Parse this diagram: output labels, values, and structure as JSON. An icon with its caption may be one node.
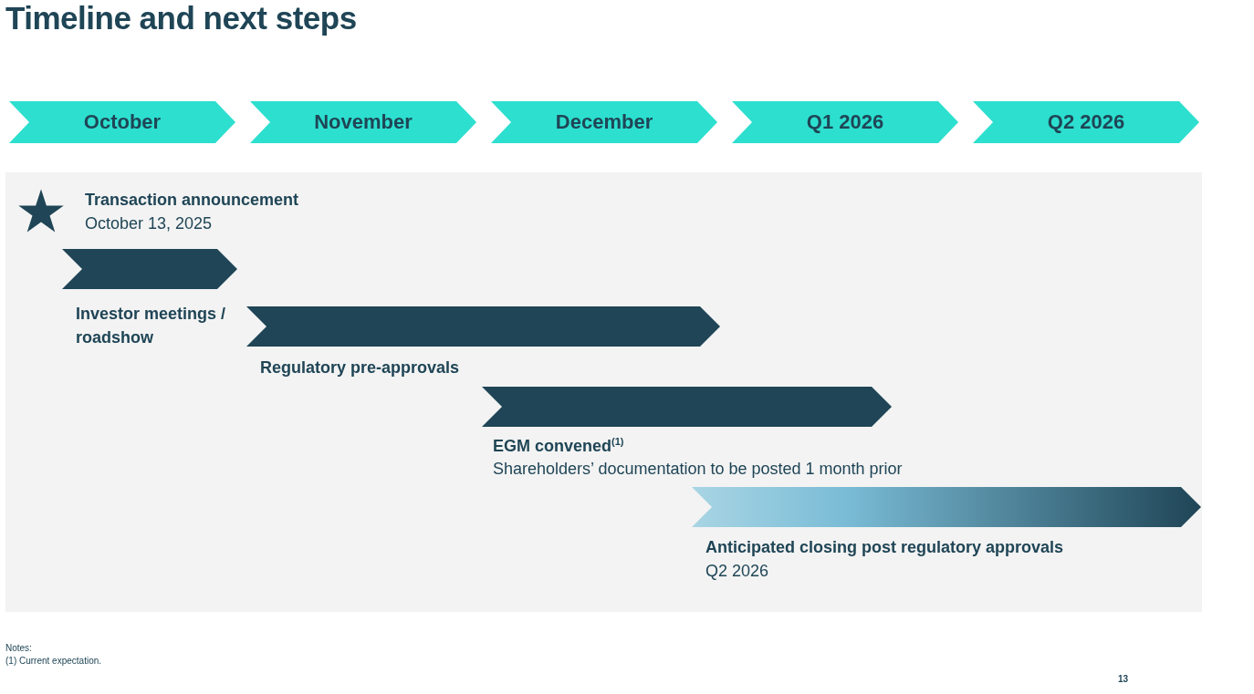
{
  "diagram": {
    "title": "Timeline and next steps",
    "nodes": [
      {
        "text": [
          "October"
        ]
      },
      {
        "text": [
          "November"
        ]
      },
      {
        "text": [
          "December"
        ]
      },
      {
        "text": [
          "Q1 2026"
        ]
      },
      {
        "text": [
          "Q2 2026"
        ]
      },
      {
        "text": [],
        "shape": "star",
        "beside": [
          "Transaction announcement",
          "October 13, 2025"
        ]
      },
      {
        "text": [],
        "shape": "chevron",
        "beside": [
          "Investor meetings / roadshow"
        ]
      },
      {
        "text": [],
        "shape": "chevron",
        "beside": [
          "Regulatory pre-approvals"
        ]
      },
      {
        "text": [],
        "shape": "chevron",
        "beside": [
          "EGM convened$^{(1)}$",
          "Shareholders’ documentation to be posted 1 month prior"
        ]
      },
      {
        "text": [],
        "shape": "chevron",
        "beside": [
          "Anticipated closing post regulatory approvals",
          "Q2 2026"
        ]
      }
    ],
    "edges": [],
    "labels": [
      "Notes:",
      "(1) Current expectation.",
      "13"
    ]
  }
}
